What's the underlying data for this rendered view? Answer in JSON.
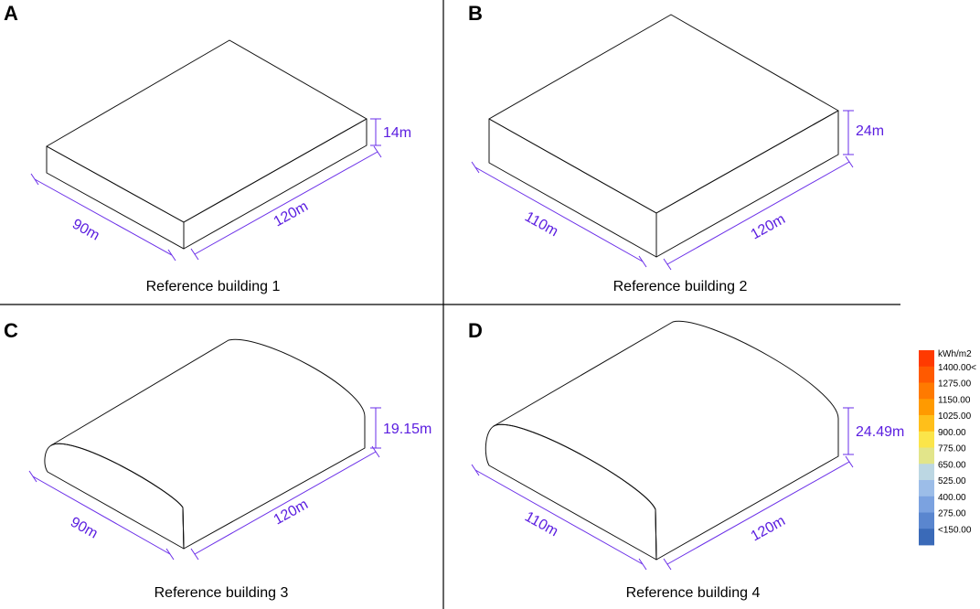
{
  "panels": [
    {
      "letter": "A",
      "caption": "Reference building 1",
      "width_label": "90m",
      "length_label": "120m",
      "height_label": "14m"
    },
    {
      "letter": "B",
      "caption": "Reference building 2",
      "width_label": "110m",
      "length_label": "120m",
      "height_label": "24m"
    },
    {
      "letter": "C",
      "caption": "Reference building 3",
      "width_label": "90m",
      "length_label": "120m",
      "height_label": "19.15m"
    },
    {
      "letter": "D",
      "caption": "Reference building 4",
      "width_label": "110m",
      "length_label": "120m",
      "height_label": "24.49m"
    }
  ],
  "legend": {
    "unit": "kWh/m2",
    "labels": [
      "1400.00<",
      "1275.00",
      "1150.00",
      "1025.00",
      "900.00",
      "775.00",
      "650.00",
      "525.00",
      "400.00",
      "275.00",
      "<150.00"
    ],
    "colors": [
      "#ff3a00",
      "#ff5a00",
      "#ff7a00",
      "#ff9a00",
      "#ffbf1a",
      "#fbe54a",
      "#e2e58a",
      "#bcd7e3",
      "#9cbde8",
      "#7ba2e0",
      "#5a86cf",
      "#3a6ab8"
    ]
  },
  "colors": {
    "roof_flat": "#ff5c00",
    "wall_light": "#e6e88a",
    "wall_bright": "#fbe33a",
    "dimension": "#5b1ee0"
  }
}
